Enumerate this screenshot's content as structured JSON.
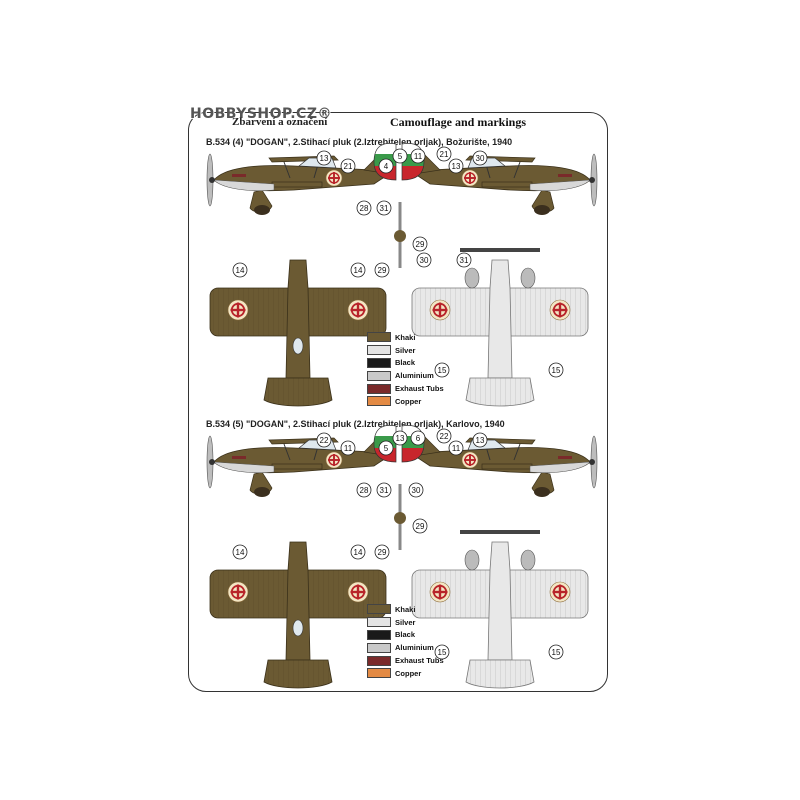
{
  "watermark": "HOBBYSHOP.CZ®",
  "header": {
    "title_cz": "Zbarvení a označení",
    "title_en": "Camouflage and markings"
  },
  "variants": [
    {
      "caption": "B.534 (4) \"DOGAN\", 2.Stihací pluk (2.Iztrebitelen orljak), Božurište, 1940",
      "callouts": {
        "left_side": [
          "13",
          "21",
          "4",
          "5",
          "28",
          "31"
        ],
        "right_side": [
          "11",
          "21",
          "13",
          "30"
        ],
        "prop": "29",
        "tail": [
          "30",
          "31"
        ],
        "top_view": [
          "14",
          "14",
          "29"
        ],
        "bottom_view": [
          "15",
          "15"
        ]
      }
    },
    {
      "caption": "B.534 (5) \"DOGAN\", 2.Stihací pluk (2.Iztrebitelen orljak), Karlovo, 1940",
      "callouts": {
        "left_side": [
          "22",
          "11",
          "5",
          "13",
          "28",
          "31"
        ],
        "right_side": [
          "6",
          "22",
          "11",
          "13",
          "30"
        ],
        "prop": "29",
        "top_view": [
          "14",
          "14",
          "29"
        ],
        "bottom_view": [
          "15",
          "15"
        ]
      }
    }
  ],
  "legend": [
    {
      "label": "Khaki",
      "color": "#6b5a33"
    },
    {
      "label": "Silver",
      "color": "#e4e4e4"
    },
    {
      "label": "Black",
      "color": "#1a1a1a"
    },
    {
      "label": "Aluminium",
      "color": "#c9c9c9"
    },
    {
      "label": "Exhaust Tubs",
      "color": "#7a2a2a"
    },
    {
      "label": "Copper",
      "color": "#e38a44"
    }
  ],
  "colors": {
    "khaki": "#6b5a33",
    "silver": "#e8e8e8",
    "rondel_red": "#b8242a",
    "rondel_cream": "#f3e6c4",
    "flag_white": "#ffffff",
    "flag_green": "#3a9a4a",
    "flag_red": "#c8262c"
  }
}
